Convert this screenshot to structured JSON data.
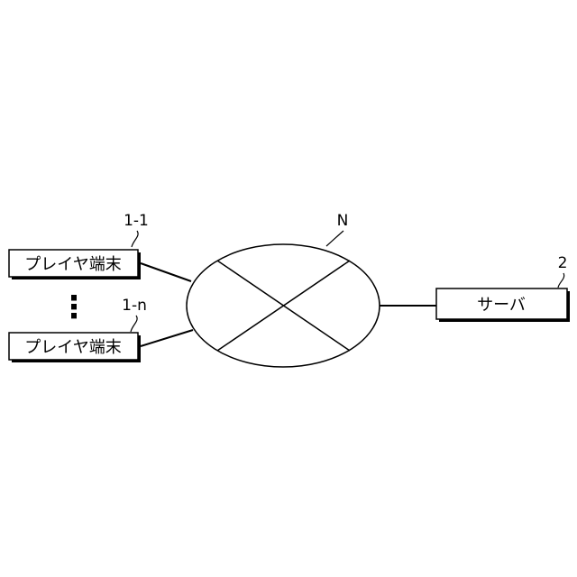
{
  "player_terminal_1": {
    "ref": "1-1",
    "label": "プレイヤ端末"
  },
  "player_terminal_n": {
    "ref": "1-n",
    "label": "プレイヤ端末"
  },
  "network": {
    "ref": "N"
  },
  "server": {
    "ref": "2",
    "label": "サーバ"
  },
  "ellipsis": "⋮"
}
